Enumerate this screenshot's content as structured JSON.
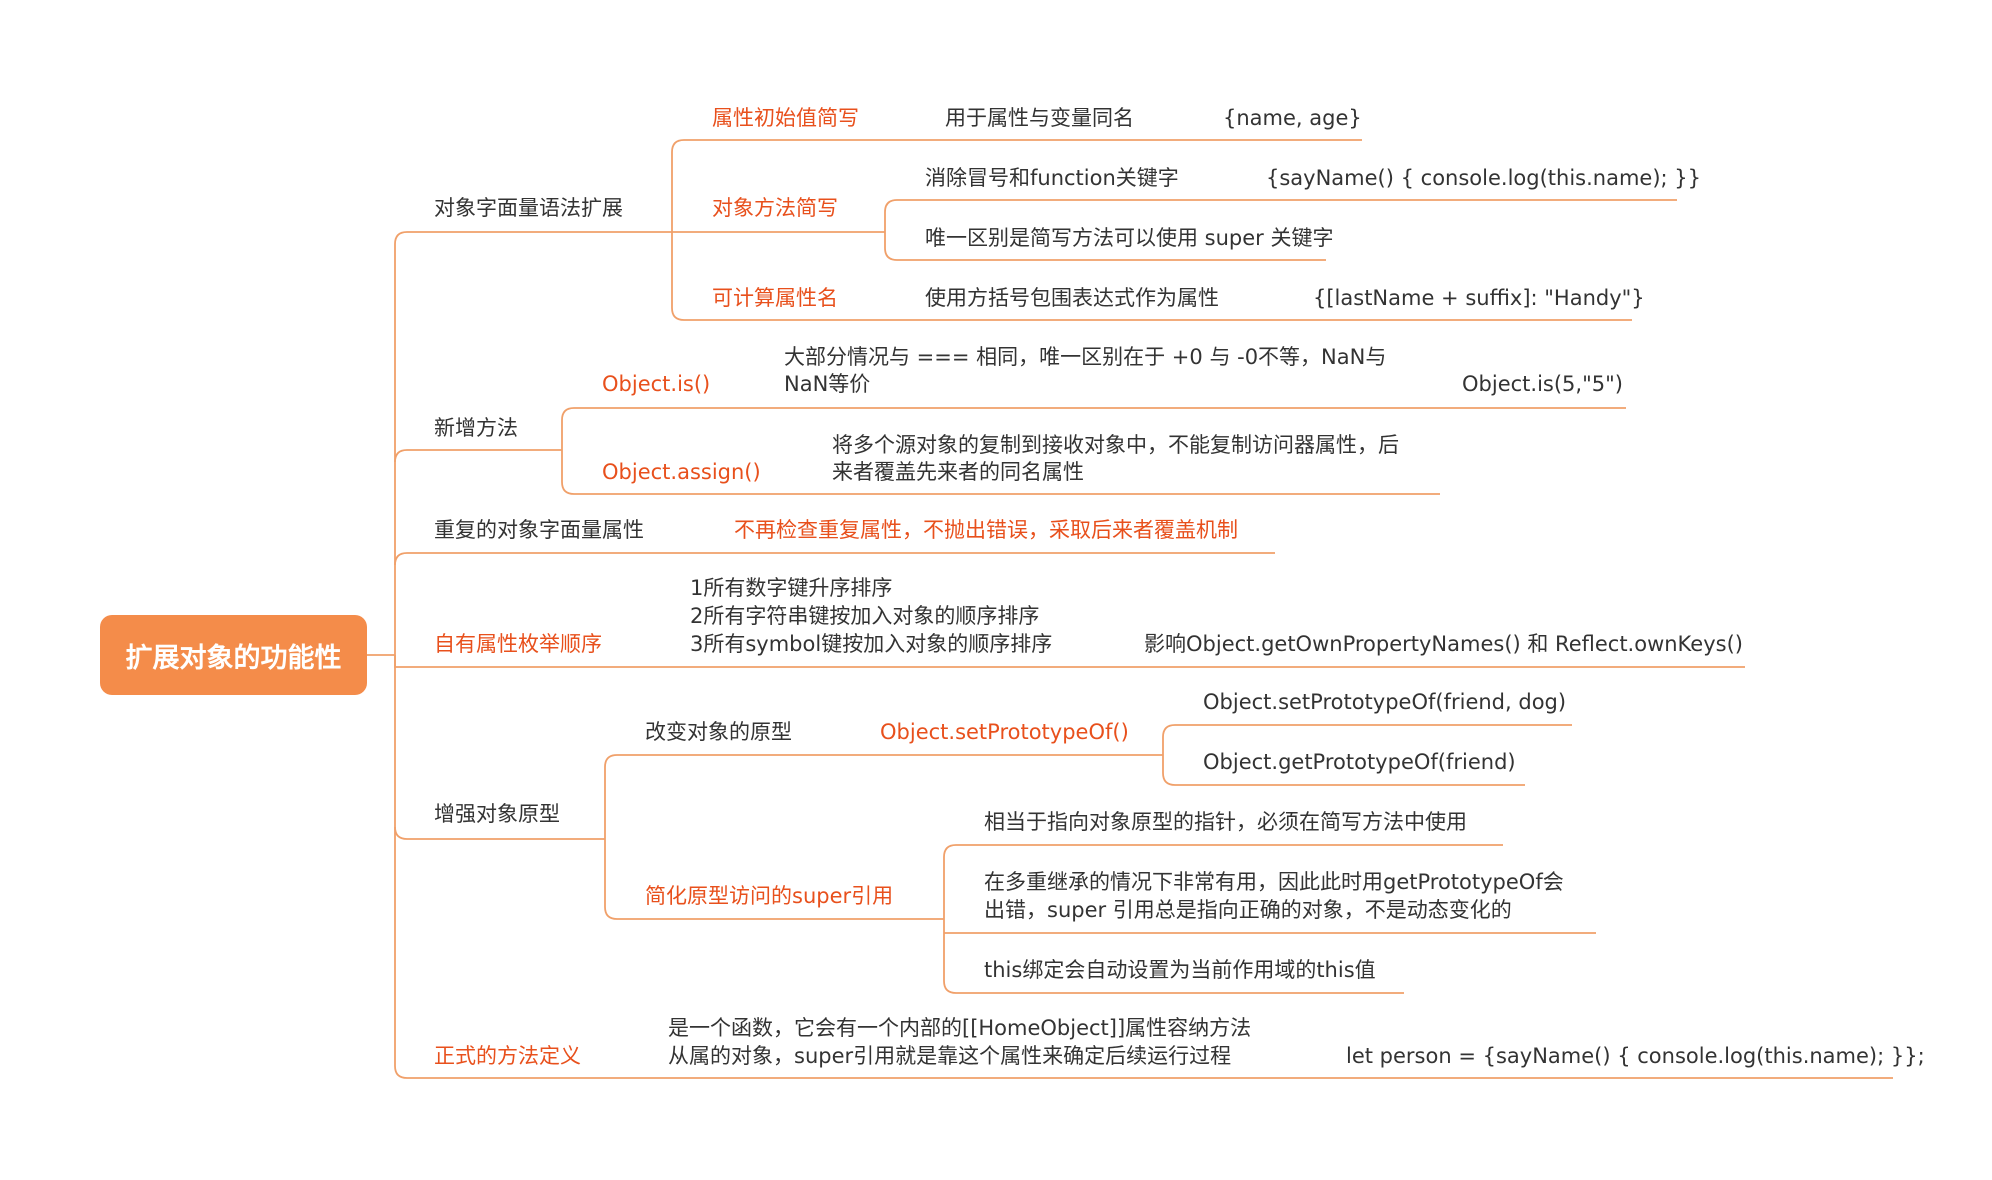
{
  "root": {
    "label": "扩展对象的功能性"
  },
  "colors": {
    "accent": "#e8501c",
    "line": "#f0a06a",
    "root_bg": "#f48c4a",
    "text": "#333333"
  },
  "branches": {
    "literal": {
      "label": "对象字面量语法扩展",
      "shorthand_init": {
        "label": "属性初始值简写",
        "desc": "用于属性与变量同名",
        "example": "{name, age}"
      },
      "method_short": {
        "label": "对象方法简写",
        "desc1": "消除冒号和function关键字",
        "example": "{sayName() { console.log(this.name); }}",
        "desc2": "唯一区别是简写方法可以使用 super 关键字"
      },
      "computed": {
        "label": "可计算属性名",
        "desc": "使用方括号包围表达式作为属性",
        "example": "{[lastName + suffix]: \"Handy\"}"
      }
    },
    "new_methods": {
      "label": "新增方法",
      "is": {
        "label": "Object.is()",
        "desc_line1": "大部分情况与 === 相同，唯一区别在于 +0 与 -0不等，NaN与",
        "desc_line2": "NaN等价",
        "example": "Object.is(5,\"5\")"
      },
      "assign": {
        "label": "Object.assign()",
        "desc_line1": "将多个源对象的复制到接收对象中，不能复制访问器属性，后",
        "desc_line2": "来者覆盖先来者的同名属性"
      }
    },
    "duplicate": {
      "label": "重复的对象字面量属性",
      "desc": "不再检查重复属性，不抛出错误，采取后来者覆盖机制"
    },
    "enum_order": {
      "label": "自有属性枚举顺序",
      "rule1": "1所有数字键升序排序",
      "rule2": "2所有字符串键按加入对象的顺序排序",
      "rule3": "3所有symbol键按加入对象的顺序排序",
      "affects": "影响Object.getOwnPropertyNames() 和 Reflect.ownKeys()"
    },
    "prototype": {
      "label": "增强对象原型",
      "change": {
        "label": "改变对象的原型",
        "method": "Object.setPrototypeOf()",
        "ex1": "Object.setPrototypeOf(friend, dog)",
        "ex2": "Object.getPrototypeOf(friend)"
      },
      "super": {
        "label": "简化原型访问的super引用",
        "desc1": "相当于指向对象原型的指针，必须在简写方法中使用",
        "desc2_line1": "在多重继承的情况下非常有用，因此此时用getPrototypeOf会",
        "desc2_line2": "出错，super 引用总是指向正确的对象，不是动态变化的",
        "desc3": "this绑定会自动设置为当前作用域的this值"
      }
    },
    "method_def": {
      "label": "正式的方法定义",
      "desc_line1": "是一个函数，它会有一个内部的[[HomeObject]]属性容纳方法",
      "desc_line2": "从属的对象，super引用就是靠这个属性来确定后续运行过程",
      "example": "let person = {sayName() { console.log(this.name); }};"
    }
  }
}
